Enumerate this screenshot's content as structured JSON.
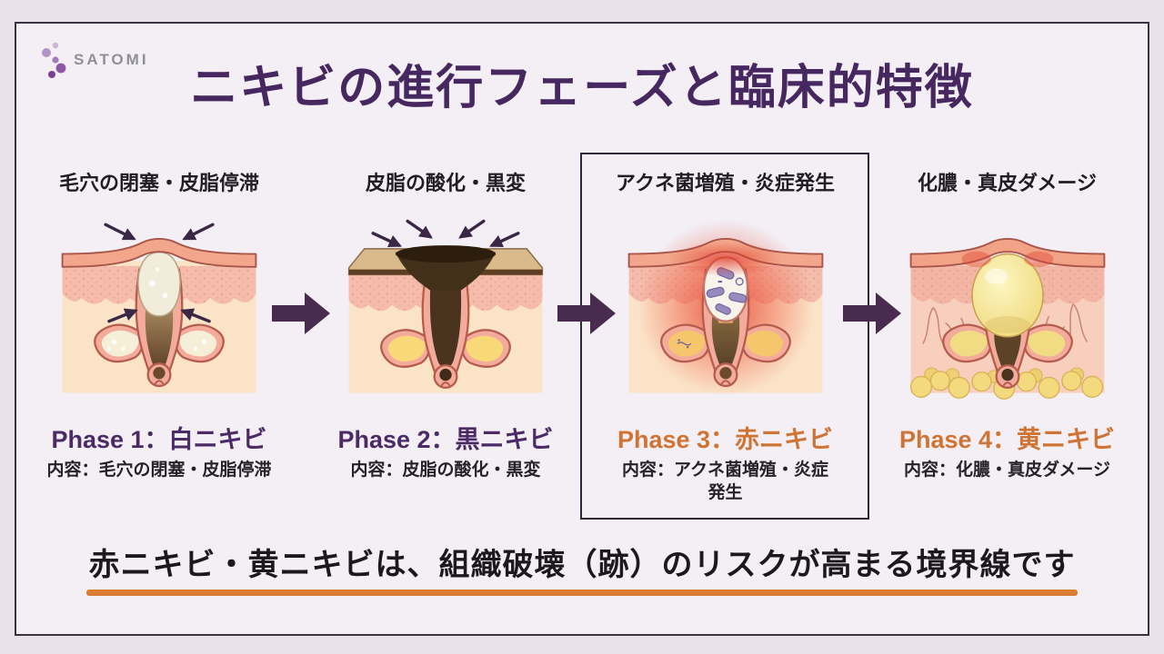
{
  "brand": {
    "name": "SATOMI"
  },
  "title": "ニキビの進行フェーズと臨床的特徴",
  "phases": [
    {
      "header": "毛穴の閉塞・皮脂停滞",
      "label": "Phase 1：白ニキビ",
      "description": "内容：毛穴の閉塞・皮脂停滞",
      "illustration": "closed-comedo-whitehead",
      "accent": "#4b2a66"
    },
    {
      "header": "皮脂の酸化・黒変",
      "label": "Phase 2：黒ニキビ",
      "description": "内容：皮脂の酸化・黒変",
      "illustration": "open-comedo-blackhead",
      "accent": "#4b2a66"
    },
    {
      "header": "アクネ菌増殖・炎症発生",
      "label": "Phase 3：赤ニキビ",
      "description": "内容：アクネ菌増殖・炎症発生",
      "illustration": "inflamed-red-pimple",
      "accent": "#cf7434",
      "highlighted": true
    },
    {
      "header": "化膿・真皮ダメージ",
      "label": "Phase 4：黄ニキビ",
      "description": "内容：化膿・真皮ダメージ",
      "illustration": "pustule-dermis-damage",
      "accent": "#cf7434"
    }
  ],
  "footer": {
    "message": "赤ニキビ・黄ニキビは、組織破壊（跡）のリスクが高まる境界線です"
  },
  "colors": {
    "background": "#e8e1e9",
    "card_background": "#f3eff5",
    "card_border": "#3a3141",
    "title": "#46275f",
    "header_text": "#211d24",
    "phase_purple": "#4b2a66",
    "phase_orange": "#cf7434",
    "flow_arrow": "#4a2b50",
    "underline": "#dc7d34",
    "highlight_box_border": "#302637"
  }
}
